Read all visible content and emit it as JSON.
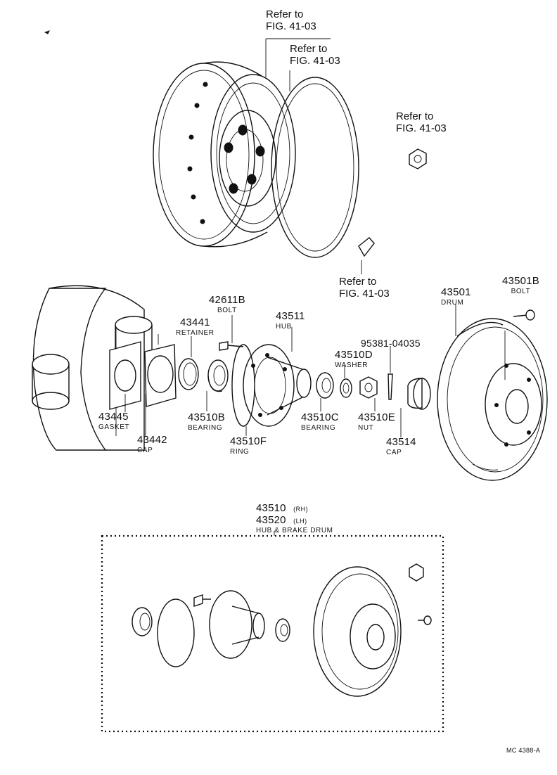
{
  "refs": {
    "r1": [
      "Refer to",
      "FIG. 41-03"
    ],
    "r2": [
      "Refer to",
      "FIG. 41-03"
    ],
    "r3": [
      "Refer to",
      "FIG. 41-03"
    ],
    "r4": [
      "Refer to",
      "FIG. 41-03"
    ]
  },
  "parts": [
    {
      "id": "42611B",
      "name": "BOLT"
    },
    {
      "id": "43441",
      "name": "RETAINER"
    },
    {
      "id": "43511",
      "name": "HUB"
    },
    {
      "id": "95381-04035",
      "name": ""
    },
    {
      "id": "43510D",
      "name": "WASHER"
    },
    {
      "id": "43501",
      "name": "DRUM"
    },
    {
      "id": "43501B",
      "name": "BOLT"
    },
    {
      "id": "43445",
      "name": "GASKET"
    },
    {
      "id": "43442",
      "name": "CAP"
    },
    {
      "id": "43510B",
      "name": "BEARING"
    },
    {
      "id": "43510F",
      "name": "RING"
    },
    {
      "id": "43510C",
      "name": "BEARING"
    },
    {
      "id": "43510E",
      "name": "NUT"
    },
    {
      "id": "43514",
      "name": "CAP"
    }
  ],
  "assembly": {
    "rh_id": "43510",
    "rh_tag": "(RH)",
    "lh_id": "43520",
    "lh_tag": "(LH)",
    "name": "HUB & BRAKE DRUM"
  },
  "figure_code": "MC 4388-A"
}
